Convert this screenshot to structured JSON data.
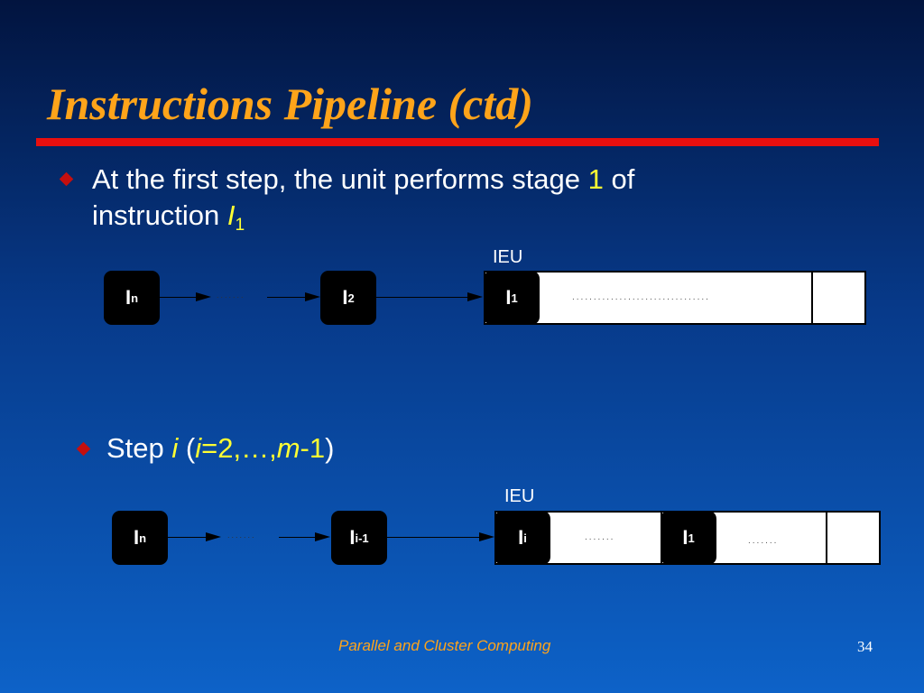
{
  "title": "Instructions Pipeline (ctd)",
  "bullet1": {
    "text_before": "At the first step, the unit performs stage ",
    "stage": "1",
    "text_after": " of",
    "line2": "instruction ",
    "instr": "I",
    "instr_sub": "1"
  },
  "diagram1": {
    "ieu_label": "IEU",
    "queue": [
      {
        "main": "I",
        "sub": "n"
      },
      {
        "main": "I",
        "sub": "2"
      }
    ],
    "ellipsis": ".......",
    "unit_stages": [
      {
        "main": "I",
        "sub": "1"
      }
    ],
    "unit_dots": "................................"
  },
  "bullet2": {
    "text": "Step ",
    "var_i": "i",
    "paren_open": " (",
    "var_i2": "i",
    "range": "=2,…,",
    "var_m": "m",
    "minus_one": "-1",
    "paren_close": ")"
  },
  "diagram2": {
    "ieu_label": "IEU",
    "queue": [
      {
        "main": "I",
        "sub": "n"
      },
      {
        "main": "I",
        "sub": "i-1"
      }
    ],
    "ellipsis": ".......",
    "unit_stages": [
      {
        "main": "I",
        "sub": "i"
      },
      {
        "main": "I",
        "sub": "1"
      }
    ],
    "unit_dots_1": ".......",
    "unit_dots_2": "......."
  },
  "footer": "Parallel and Cluster Computing",
  "page_number": "34"
}
